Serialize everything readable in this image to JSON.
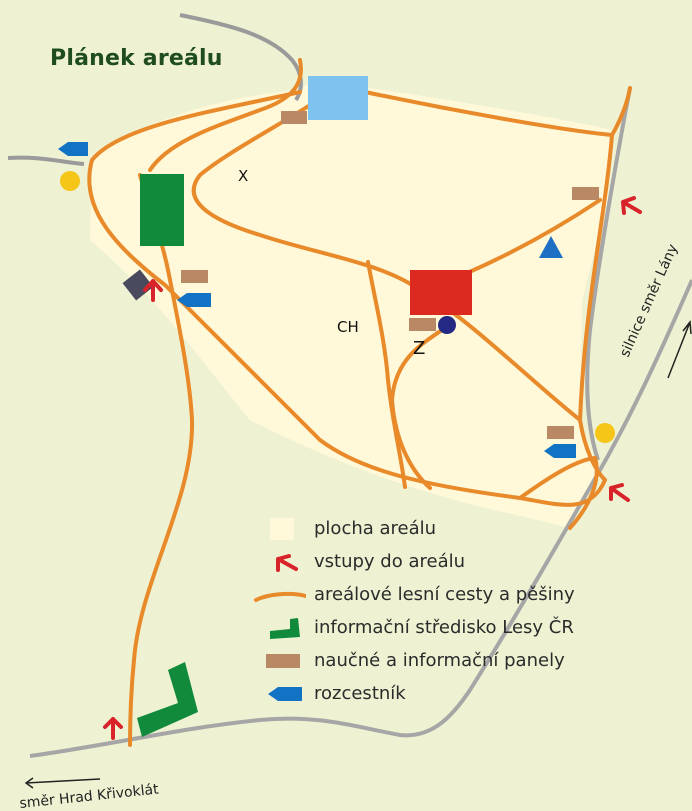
{
  "title": "Plánek areálu",
  "labels": {
    "x": "X",
    "ch": "CH",
    "z": "Z",
    "road_right": "silnice směr Lány",
    "road_bottom": "směr Hrad Křivoklát"
  },
  "legend": [
    {
      "symbol": "area",
      "label": "plocha areálu"
    },
    {
      "symbol": "entrance-arrow",
      "label": " vstupy do areálu"
    },
    {
      "symbol": "path",
      "label": "areálové lesní cesty a pěšiny"
    },
    {
      "symbol": "info-center",
      "label": "informační středisko Lesy ČR"
    },
    {
      "symbol": "panel",
      "label": "naučné a informační panely"
    },
    {
      "symbol": "signpost",
      "label": "rozcestník"
    }
  ],
  "colors": {
    "background": "#eef2d2",
    "area": "#fff9d9",
    "path": "#e8892a",
    "road": "#9a9a9a",
    "info_center": "#118a3c",
    "panel": "#b98965",
    "signpost": "#1272c3",
    "entrance": "#d9232a",
    "building_red": "#dd2a20",
    "pond": "#7ec3ef",
    "marker_yellow": "#f5c518",
    "marker_navy": "#242a84",
    "triangle": "#1c6fc2",
    "shelter": "#4a4a5e"
  }
}
